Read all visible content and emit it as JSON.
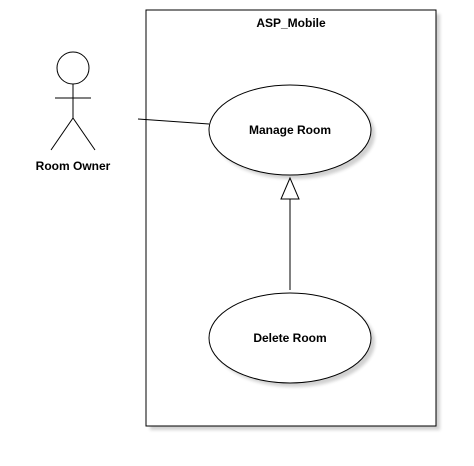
{
  "system": {
    "title": "ASP_Mobile"
  },
  "actor": {
    "name": "Room Owner"
  },
  "use_cases": [
    {
      "label": "Manage Room"
    },
    {
      "label": "Delete Room"
    }
  ],
  "relationships": [
    {
      "type": "association",
      "from": "Room Owner",
      "to": "Manage Room"
    },
    {
      "type": "generalization",
      "from": "Delete Room",
      "to": "Manage Room"
    }
  ]
}
